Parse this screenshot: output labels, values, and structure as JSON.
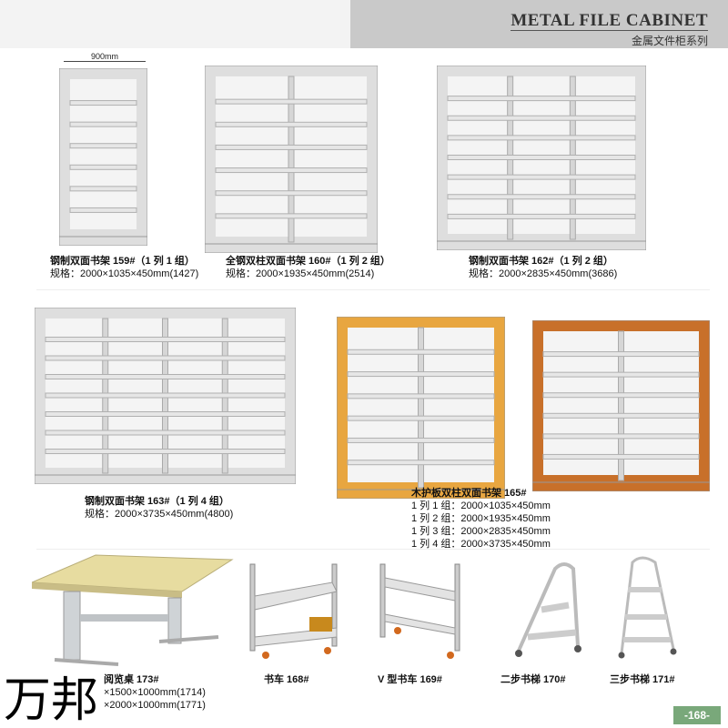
{
  "header": {
    "title_en": "METAL FILE CABINET",
    "title_cn": "金属文件柜系列"
  },
  "dimension_label": "900mm",
  "products": [
    {
      "name": "钢制双面书架 159#（1 列 1 组）",
      "spec": "规格：2000×1035×450mm(1427)"
    },
    {
      "name": "全钢双柱双面书架 160#（1 列 2 组）",
      "spec": "规格：2000×1935×450mm(2514)"
    },
    {
      "name": "钢制双面书架 162#（1 列 2 组）",
      "spec": "规格：2000×2835×450mm(3686)"
    },
    {
      "name": "钢制双面书架 163#（1 列 4 组）",
      "spec": "规格：2000×3735×450mm(4800)"
    }
  ],
  "wood_shelf": {
    "name": "木护板双柱双面书架 165#",
    "specs": [
      "1 列 1 组：2000×1035×450mm",
      "1 列 2 组：2000×1935×450mm",
      "1 列 3 组：2000×2835×450mm",
      "1 列 4 组：2000×3735×450mm"
    ]
  },
  "table": {
    "name": "阅览桌 173#",
    "specs": [
      "×1500×1000mm(1714)",
      "×2000×1000mm(1771)"
    ]
  },
  "bottom_items": [
    "书车 168#",
    "V 型书车 169#",
    "二步书梯 170#",
    "三步书梯 171#"
  ],
  "watermark": "万邦",
  "page_number": "-168-",
  "colors": {
    "steel": "#dcdcdc",
    "wood_light": "#e8a640",
    "wood_dark": "#c8702a",
    "page_tab": "#79a87a"
  }
}
